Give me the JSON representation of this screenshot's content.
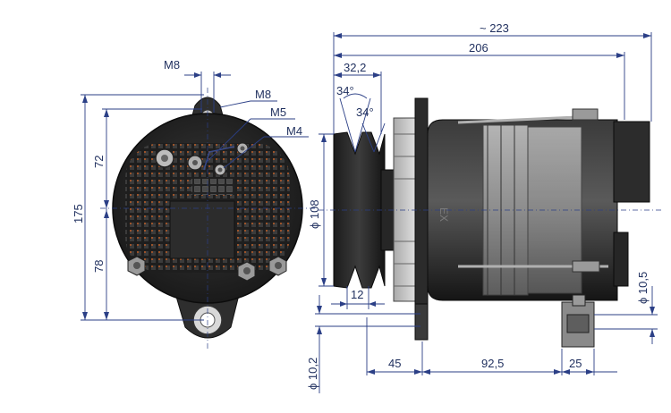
{
  "front_view": {
    "labels": {
      "m8_top": "M8",
      "m8_side": "M8",
      "m5": "M5",
      "m4": "M4"
    },
    "dimensions": {
      "height_total": "175",
      "upper_height": "72",
      "lower_height": "78"
    }
  },
  "side_view": {
    "dimensions": {
      "overall_length": "~ 223",
      "body_length": "206",
      "pulley_offset": "32,2",
      "groove_angle_1": "34°",
      "groove_angle_2": "34°",
      "pulley_diameter": "ϕ 108",
      "groove_width": "12",
      "mount_offset": "45",
      "mount_spacing": "92,5",
      "lug_width": "25",
      "lug_hole_diameter": "ϕ 10,5",
      "bottom_hole_diameter": "ϕ 10,2"
    },
    "stamp": "EX"
  },
  "colors": {
    "dimension_blue": "#2b3f86",
    "body_dark": "#2a2a2a",
    "stator_gray": "#8c8c8c"
  }
}
